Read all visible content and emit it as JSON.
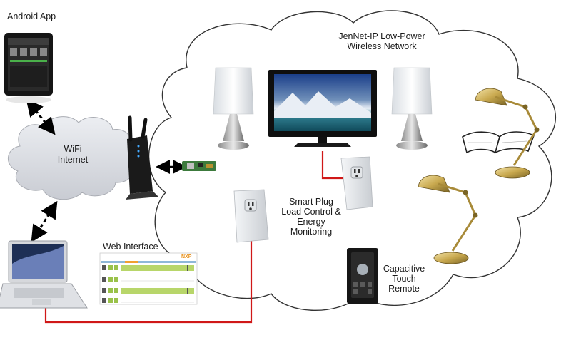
{
  "labels": {
    "android_app": "Android App",
    "network_line1": "JenNet-IP Low-Power",
    "network_line2": "Wireless Network",
    "wifi_line1": "WiFi",
    "wifi_line2": "Internet",
    "web_interface": "Web Interface",
    "smart_plug_lines": [
      "Smart Plug",
      "Load Control &",
      "Energy",
      "Monitoring"
    ],
    "remote_lines": [
      "Capacitive",
      "Touch",
      "Remote"
    ]
  },
  "web_ui": {
    "logo": "NXP"
  },
  "colors": {
    "wire": "#d01818",
    "arrow": "#000000",
    "wifi_cloud_fill": "#d9dbe0",
    "network_cloud_stroke": "#333333",
    "bar_green": "#b8d66a",
    "header_blue": "#8fb8d8",
    "header_orange": "#f0a030"
  }
}
